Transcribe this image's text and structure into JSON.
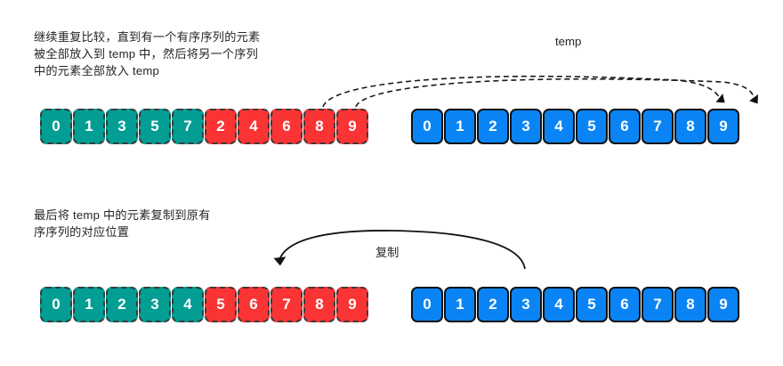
{
  "notes": {
    "top": "继续重复比较，直到有一个有序序列的元素\n被全部放入到 temp 中，然后将另一个序列\n中的元素全部放入 temp",
    "bottom": "最后将 temp 中的元素复制到原有\n序序列的对应位置"
  },
  "labels": {
    "temp": "temp",
    "copy": "复制"
  },
  "colors": {
    "teal": "#029d93",
    "red": "#fa3434",
    "blue": "#0a84f5",
    "dashed_border": "#3b3b3b",
    "solid_border": "#111111",
    "text": "#262626",
    "arrow": "#111111",
    "background": "#ffffff"
  },
  "rows": {
    "top_left": {
      "name": "source-sequence-before-copy",
      "border": "dashed",
      "cells": [
        {
          "value": "0",
          "color": "teal"
        },
        {
          "value": "1",
          "color": "teal"
        },
        {
          "value": "3",
          "color": "teal"
        },
        {
          "value": "5",
          "color": "teal"
        },
        {
          "value": "7",
          "color": "teal"
        },
        {
          "value": "2",
          "color": "red"
        },
        {
          "value": "4",
          "color": "red"
        },
        {
          "value": "6",
          "color": "red"
        },
        {
          "value": "8",
          "color": "red"
        },
        {
          "value": "9",
          "color": "red"
        }
      ]
    },
    "top_right": {
      "name": "temp-buffer-filled",
      "border": "solid",
      "cells": [
        {
          "value": "0",
          "color": "blue"
        },
        {
          "value": "1",
          "color": "blue"
        },
        {
          "value": "2",
          "color": "blue"
        },
        {
          "value": "3",
          "color": "blue"
        },
        {
          "value": "4",
          "color": "blue"
        },
        {
          "value": "5",
          "color": "blue"
        },
        {
          "value": "6",
          "color": "blue"
        },
        {
          "value": "7",
          "color": "blue"
        },
        {
          "value": "8",
          "color": "blue"
        },
        {
          "value": "9",
          "color": "blue"
        }
      ]
    },
    "bottom_left": {
      "name": "source-sequence-after-copy",
      "border": "dashed",
      "cells": [
        {
          "value": "0",
          "color": "teal"
        },
        {
          "value": "1",
          "color": "teal"
        },
        {
          "value": "2",
          "color": "teal"
        },
        {
          "value": "3",
          "color": "teal"
        },
        {
          "value": "4",
          "color": "teal"
        },
        {
          "value": "5",
          "color": "red"
        },
        {
          "value": "6",
          "color": "red"
        },
        {
          "value": "7",
          "color": "red"
        },
        {
          "value": "8",
          "color": "red"
        },
        {
          "value": "9",
          "color": "red"
        }
      ]
    },
    "bottom_right": {
      "name": "temp-buffer-source",
      "border": "solid",
      "cells": [
        {
          "value": "0",
          "color": "blue"
        },
        {
          "value": "1",
          "color": "blue"
        },
        {
          "value": "2",
          "color": "blue"
        },
        {
          "value": "3",
          "color": "blue"
        },
        {
          "value": "4",
          "color": "blue"
        },
        {
          "value": "5",
          "color": "blue"
        },
        {
          "value": "6",
          "color": "blue"
        },
        {
          "value": "7",
          "color": "blue"
        },
        {
          "value": "8",
          "color": "blue"
        },
        {
          "value": "9",
          "color": "blue"
        }
      ]
    }
  },
  "arrows": {
    "move_8": {
      "style": "dashed",
      "from": "red-cell-8",
      "to": "blue-cell-8"
    },
    "move_9": {
      "style": "dashed",
      "from": "red-cell-9",
      "to": "blue-cell-9"
    },
    "copy_back": {
      "style": "solid",
      "from": "temp-buffer-source",
      "to": "source-sequence-after-copy"
    }
  }
}
